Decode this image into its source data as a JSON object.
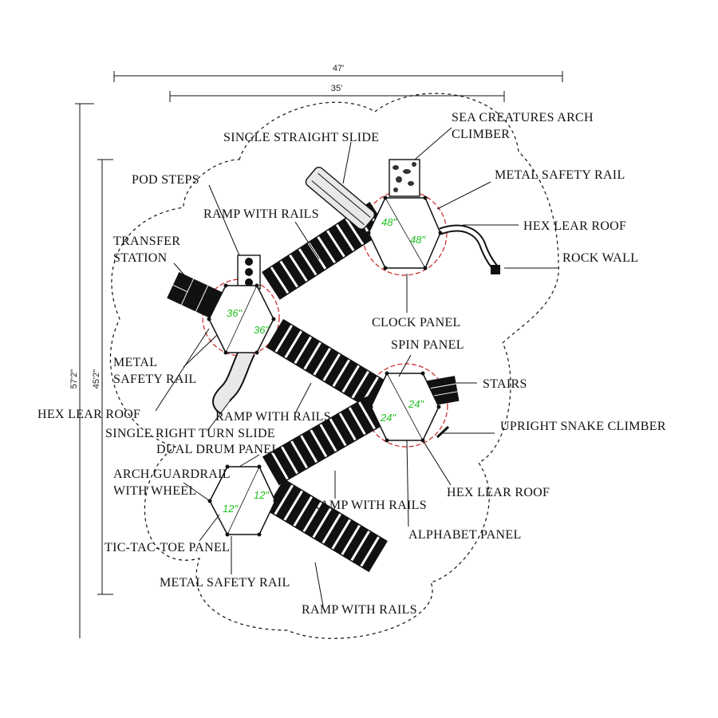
{
  "dimensions": {
    "overall_width": "47'",
    "inner_width": "35'",
    "overall_height": "57'2\"",
    "inner_height": "45'2\""
  },
  "deck_heights": {
    "top_right": [
      "48\"",
      "48\""
    ],
    "left": [
      "36\"",
      "36\""
    ],
    "middle_right": [
      "24\"",
      "24\""
    ],
    "bottom_left": [
      "12\"",
      "12\""
    ]
  },
  "labels": {
    "single_straight_slide": "SINGLE STRAIGHT SLIDE",
    "sea_creatures_1": "SEA CREATURES ARCH",
    "sea_creatures_2": "CLIMBER",
    "metal_safety_rail_top": "METAL SAFETY RAIL",
    "pod_steps": "POD STEPS",
    "ramp_with_rails_1": "RAMP WITH RAILS",
    "hex_lear_roof_top": "HEX LEAR ROOF",
    "transfer_station_1": "TRANSFER",
    "transfer_station_2": "STATION",
    "rock_wall": "ROCK WALL",
    "clock_panel": "CLOCK PANEL",
    "spin_panel": "SPIN PANEL",
    "metal_safety_rail_left_1": "METAL",
    "metal_safety_rail_left_2": "SAFETY RAIL",
    "stairs": "STAIRS",
    "hex_lear_roof_left": "HEX LEAR ROOF",
    "ramp_with_rails_2": "RAMP WITH RAILS",
    "upright_snake_climber": "UPRIGHT SNAKE CLIMBER",
    "single_right_turn_slide": "SINGLE RIGHT TURN SLIDE",
    "dual_drum_panel": "DUAL DRUM PANEL",
    "arch_guardrail_1": "ARCH GUARDRAIL",
    "arch_guardrail_2": "WITH WHEEL",
    "hex_lear_roof_bottom": "HEX LEAR ROOF",
    "ramp_with_rails_3": "RAMP WITH RAILS",
    "alphabet_panel": "ALPHABET PANEL",
    "tic_tac_toe_panel": "TIC-TAC-TOE PANEL",
    "metal_safety_rail_bottom": "METAL SAFETY RAIL",
    "ramp_with_rails_4": "RAMP WITH RAILS"
  },
  "colors": {
    "deck_height_text": "#1fc01f",
    "roof_circle": "#cc2222",
    "line": "#111111"
  }
}
